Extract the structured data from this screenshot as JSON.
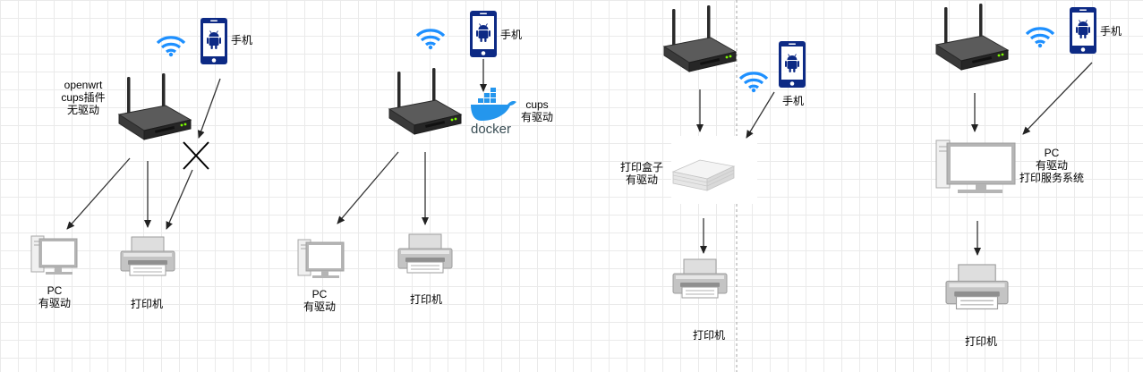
{
  "scenarios": [
    {
      "router_note": [
        "openwrt",
        "cups插件",
        "无驱动"
      ],
      "phone_label": "手机",
      "pc_label": [
        "PC",
        "有驱动"
      ],
      "printer_label": "打印机"
    },
    {
      "phone_label": "手机",
      "docker_label": "docker",
      "cups_label": [
        "cups",
        "有驱动"
      ],
      "pc_label": [
        "PC",
        "有驱动"
      ],
      "printer_label": "打印机"
    },
    {
      "phone_label": "手机",
      "box_label": [
        "打印盒子",
        "有驱动"
      ],
      "printer_label": "打印机"
    },
    {
      "phone_label": "手机",
      "pc_label": [
        "PC",
        "有驱动",
        "打印服务系统"
      ],
      "printer_label": "打印机"
    }
  ],
  "icons": [
    "wifi-icon",
    "android-phone-icon",
    "router-icon",
    "desktop-pc-icon",
    "printer-icon",
    "docker-whale-icon",
    "print-box-icon",
    "blocked-x-icon"
  ],
  "colors": {
    "phone": "#0d2a85",
    "wifi": "#1e90ff",
    "docker": "#2496ed",
    "arrow": "#333333",
    "device_gray": "#b9b9b9"
  }
}
